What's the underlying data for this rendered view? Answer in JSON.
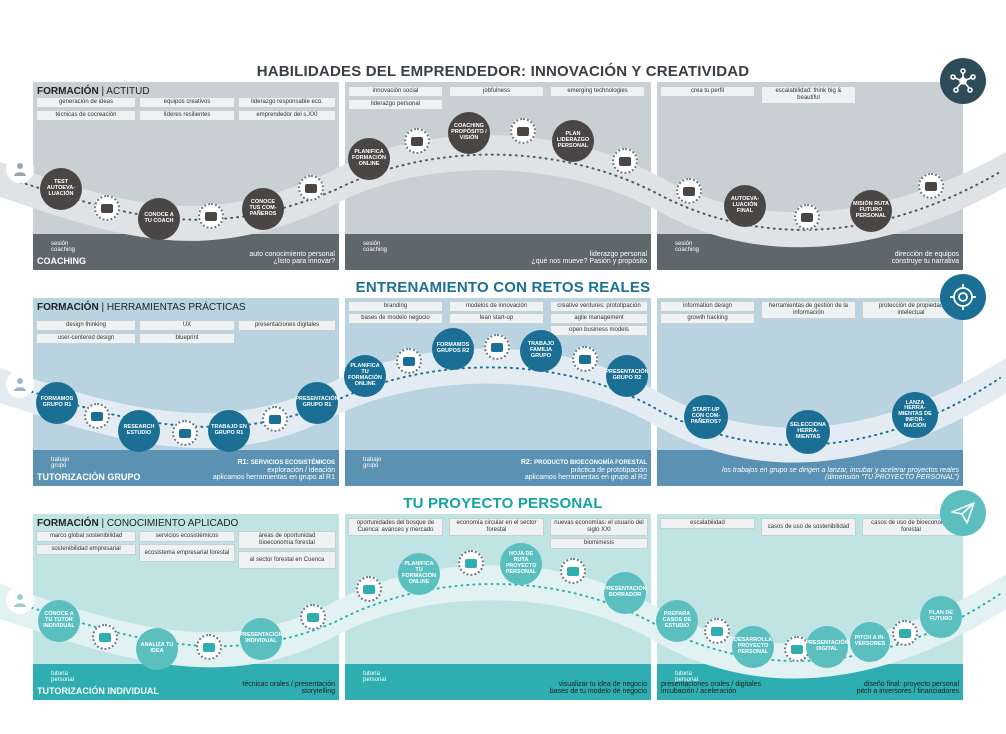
{
  "rows": [
    {
      "title": "HABILIDADES DEL EMPRENDEDOR: INNOVACIÓN Y CREATIVIDAD",
      "formation_bold": "FORMACIÓN",
      "formation_rest": "| ACTITUD",
      "tags_p1": [
        "generación de ideas",
        "equipos creativos",
        "liderazgo responsable eco.",
        "técnicas de cocreación",
        "líderes resilientes",
        "emprendedor del s.XXI"
      ],
      "tags_p2": [
        "innovación social",
        "jobfulness",
        "emerging technologies",
        "liderazgo personal"
      ],
      "tags_p3": [
        "crea tu perfil",
        "escalabilidad: think big & beautiful"
      ],
      "nodes": [
        "TEST AUTOEVA-LUACIÓN",
        "CONOCE A TU COACH",
        "CONOCE TUS COM-PAÑEROS",
        "PLANIFICA FORMACIÓN ONLINE",
        "COACHING PROPÓSITO / VISIÓN",
        "PLAN LIDERAZGO PERSONAL",
        "AUTOEVA-LUACIÓN FINAL",
        "MISIÓN RUTA FUTURO PERSONAL"
      ],
      "footer_p1": [
        "auto conocimiento personal",
        "¿listo para innovar?"
      ],
      "footer_p2": [
        "liderazgo personal",
        "¿qué nos mueve? Pasión y propósito"
      ],
      "footer_p3": [
        "dirección de equipos",
        "construye tu narrativa"
      ],
      "mini_label": [
        "sesión",
        "coaching"
      ],
      "bottom_label": "COACHING"
    },
    {
      "title": "ENTRENAMIENTO CON RETOS REALES",
      "formation_bold": "FORMACIÓN",
      "formation_rest": "| HERRAMIENTAS PRÁCTICAS",
      "tags_p1": [
        "design thinking",
        "UX",
        "presentaciones digitales",
        "user-centered design",
        "blueprint"
      ],
      "tags_p2": [
        "branding",
        "modelos de innovación",
        "creative ventures: prototipación",
        "bases de modelo negocio",
        "lean start-up",
        "agile management",
        "open business models"
      ],
      "tags_p3": [
        "information design",
        "herramientas de gestión de la información",
        "protección de propiedad intelectual",
        "growth hacking"
      ],
      "nodes": [
        "FORMAMOS GRUPO R1",
        "RESEARCH ESTUDIO",
        "TRABAJO EN GRUPO R1",
        "PRESENTACIÓN GRUPO R1",
        "PLANIFICA TU FORMACIÓN ONLINE",
        "FORMAMOS GRUPOS R2",
        "TRABAJO FAMILIA GRUPO",
        "PRESENTACIÓN GRUPO R2",
        "START-UP CON COM-PAÑEROS?",
        "SELECCIONA HERRA-MIENTAS",
        "LANZA HERRA-MIENTAS DE INFOR-MACIÓN"
      ],
      "r1_label": "R1:",
      "r1_name": "SERVICIOS ECOSISTÉMICOS",
      "footer_p1": [
        "exploración / ideación",
        "aplicamos herramientas en grupo al R1"
      ],
      "r2_label": "R2:",
      "r2_name": "PRODUCTO BIOECONOMÍA FORESTAL",
      "footer_p2": [
        "práctica de prototipación",
        "aplicamos herramientas en grupo al R2"
      ],
      "footer_p3": [
        "los trabajos en grupo se dirigen a lanzar, incubar y acelerar proyectos reales",
        "(dimensión \"TU PROYECTO PERSONAL\")"
      ],
      "mini_label": [
        "trabajo",
        "grupo"
      ],
      "bottom_label": "TUTORIZACIÓN GRUPO"
    },
    {
      "title": "TU PROYECTO PERSONAL",
      "formation_bold": "FORMACIÓN",
      "formation_rest": "| CONOCIMIENTO APLICADO",
      "tags_p1": [
        "marco global sostenibilidad",
        "servicios ecosistémicos",
        "áreas de oportunidad bioeconomía forestal",
        "sostenibilidad empresarial",
        "ecosistema empresarial forestal",
        "al sector forestal en Cuenca"
      ],
      "tags_p2": [
        "oportunidades del bosque de Cuenca: avances y mercado",
        "economía circular en el sector forestal",
        "nuevas economías: el usuario del siglo XXI",
        "biomimesis"
      ],
      "tags_p3": [
        "escalabilidad",
        "casos de uso de sostenibilidad",
        "casos de uso de bioeconomía forestal"
      ],
      "nodes": [
        "CONOCE A TU TUTOR INDIVIDUAL",
        "ANALIZA TU IDEA",
        "PRESENTACIÓN INDIVIDUAL",
        "PLANIFICA TU FORMACIÓN ONLINE",
        "HOJA DE RUTA PROYECTO PERSONAL",
        "PRESENTACIÓN BORRADOR",
        "PREPARA CASOS DE ESTUDIO",
        "DESARROLLA PROYECTO PERSONAL",
        "PRESENTACIÓN DIGITAL",
        "PITCH A IN-VERSORES",
        "PLAN DE FUTURO"
      ],
      "footer_p1": [
        "técnicas orales / presentación",
        "storytelling"
      ],
      "footer_p2": [
        "visualizar tu idea de negocio",
        "bases de tu modelo de negocio"
      ],
      "footer_p3a": [
        "presentaciones orales / digitales",
        "incubación / aceleración"
      ],
      "footer_p3b": [
        "diseño final: proyecto personal",
        "pitch a inversores / financiadores"
      ],
      "mini_label": [
        "tutoría",
        "personal"
      ],
      "bottom_label": "TUTORIZACIÓN INDIVIDUAL"
    }
  ],
  "colors": {
    "row1_panel": "#c9d0d3",
    "row1_dark": "#5d676c",
    "row1_node": "#4a4645",
    "row1_path": "#dfe3e5",
    "row2_panel": "#b9d3e1",
    "row2_dark": "#5b92b3",
    "row2_node": "#1c6f94",
    "row2_path": "#e3ecf2",
    "row3_panel": "#bfe4e3",
    "row3_dark": "#2eaeb0",
    "row3_node": "#5bbfc0",
    "row3_path": "#e2f2f2"
  },
  "icons": [
    "network-icon",
    "target-icon",
    "paper-plane-icon",
    "person-icon"
  ]
}
